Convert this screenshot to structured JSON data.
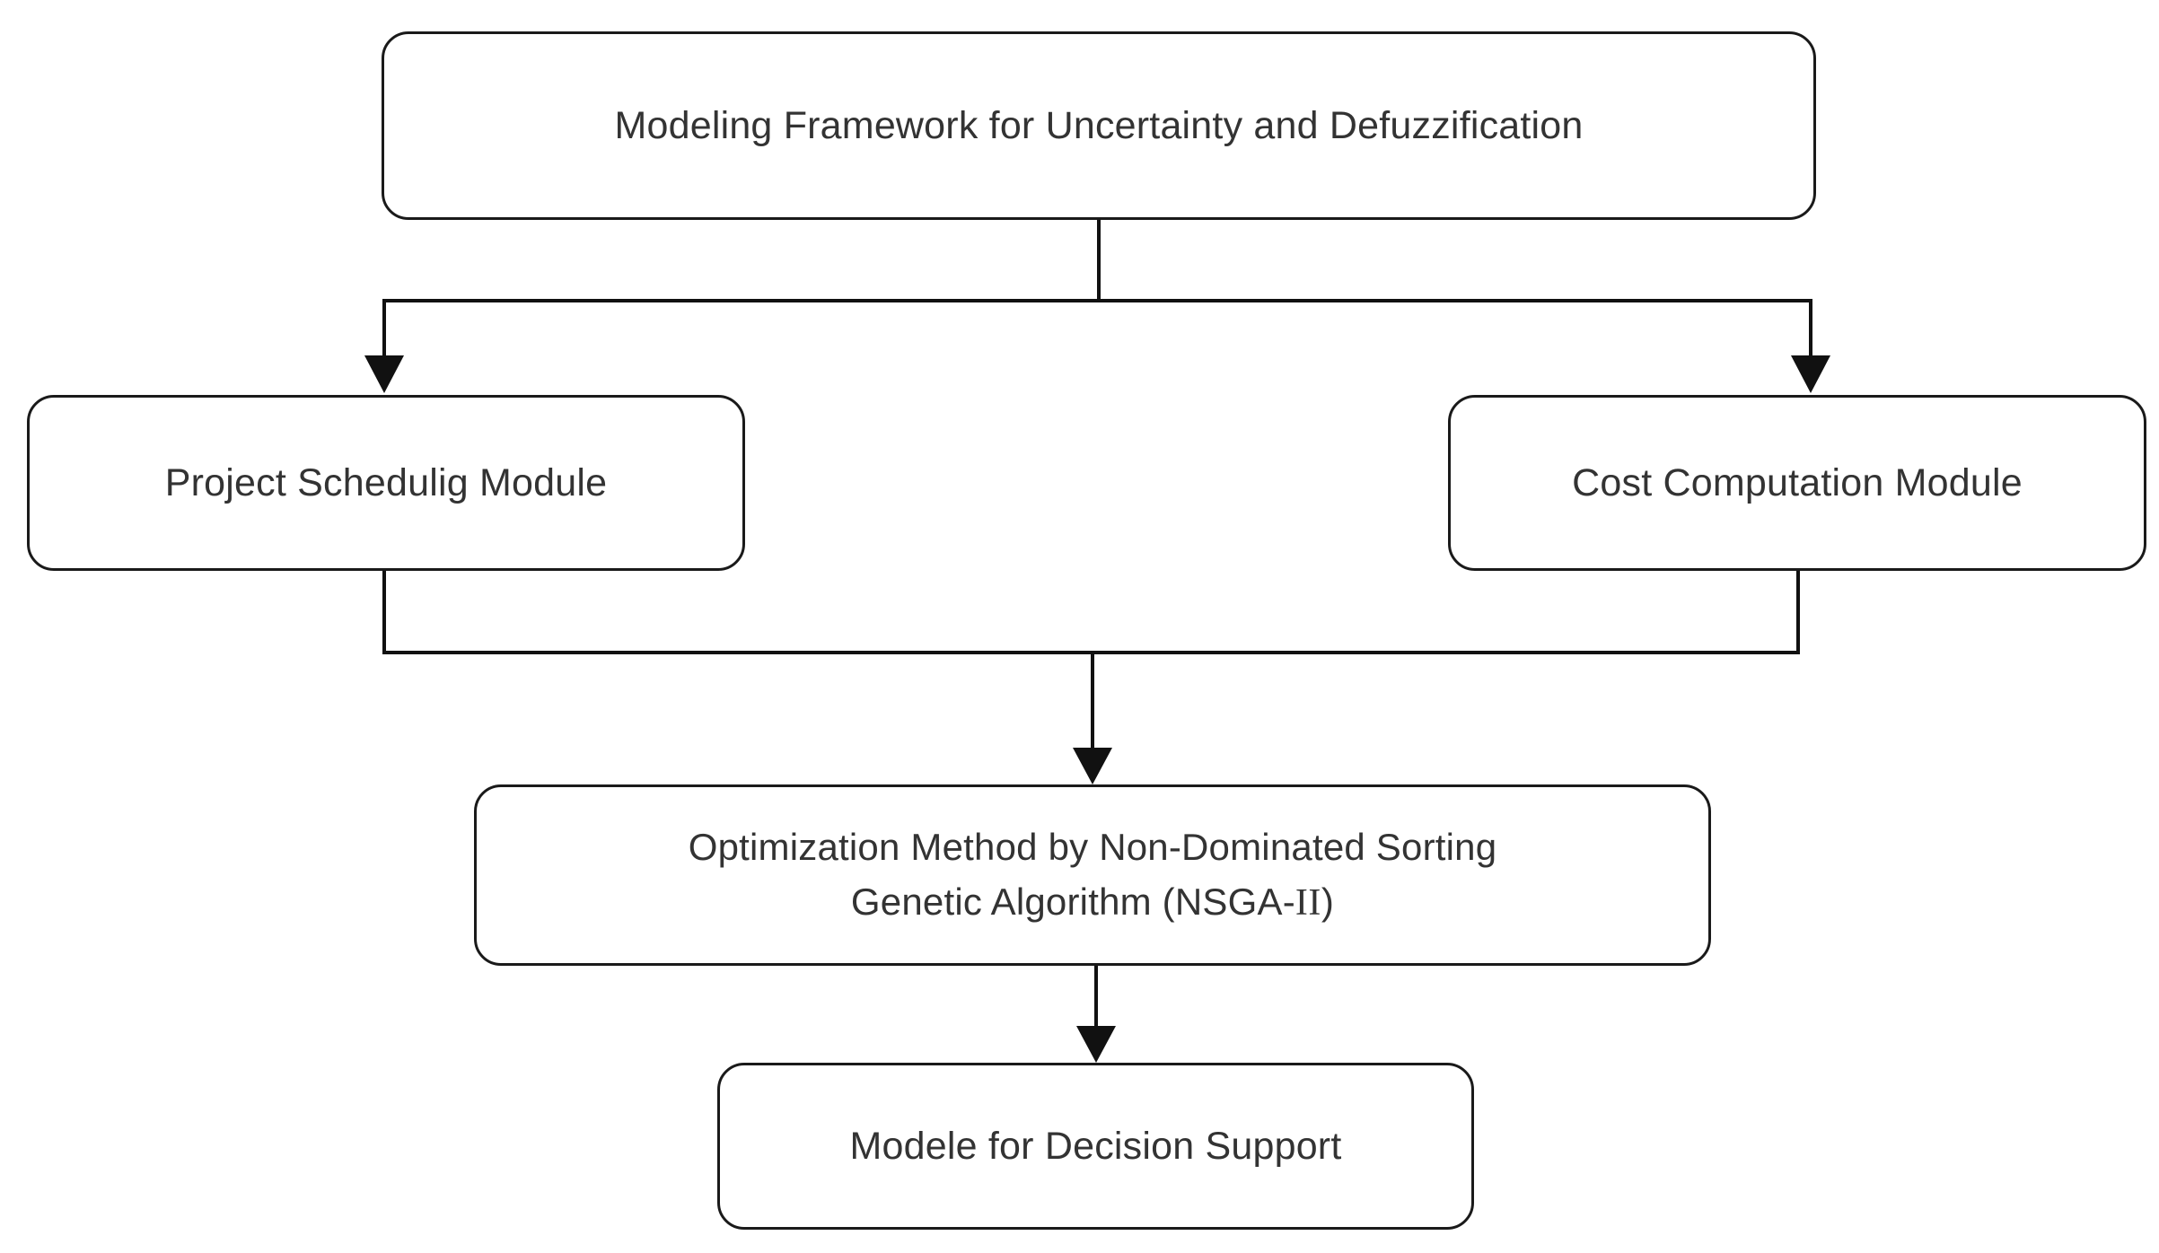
{
  "diagram": {
    "title": "Modeling Framework for Uncertainty and Defuzzification",
    "type": "flowchart",
    "orientation": "top-down",
    "background_color": "#ffffff",
    "border_color": "#1a1a1a",
    "text_color": "#333333",
    "nodes": [
      {
        "id": "root",
        "label": "Modeling Framework for Uncertainty and Defuzzification",
        "lines": [
          "Modeling Framework for Uncertainty and Defuzzification"
        ],
        "shape": "rounded-rectangle",
        "level": 0
      },
      {
        "id": "scheduling",
        "label": "Project Schedulig Module",
        "lines": [
          "Project Schedulig Module"
        ],
        "shape": "rounded-rectangle",
        "level": 1
      },
      {
        "id": "cost",
        "label": "Cost Computation Module",
        "lines": [
          "Cost Computation Module"
        ],
        "shape": "rounded-rectangle",
        "level": 1
      },
      {
        "id": "optimization",
        "label": "Optimization Method by Non-Dominated Sorting Genetic Algorithm (NSGA-II)",
        "lines": [
          "Optimization Method by Non-Dominated Sorting",
          "Genetic Algorithm (NSGA-II)"
        ],
        "line1": "Optimization Method by Non-Dominated Sorting",
        "line2_prefix": "Genetic Algorithm (NSGA-",
        "line2_roman": "II",
        "line2_suffix": ")",
        "shape": "rounded-rectangle",
        "level": 2
      },
      {
        "id": "decision",
        "label": "Modele for Decision Support",
        "lines": [
          "Modele for Decision Support"
        ],
        "shape": "rounded-rectangle",
        "level": 3
      }
    ],
    "edges": [
      {
        "id": "root-to-scheduling",
        "from": "root",
        "to": "scheduling",
        "style": "orthogonal",
        "arrowhead": "filled-triangle"
      },
      {
        "id": "root-to-cost",
        "from": "root",
        "to": "cost",
        "style": "orthogonal",
        "arrowhead": "filled-triangle"
      },
      {
        "id": "scheduling-to-optimization",
        "from": "scheduling",
        "to": "optimization",
        "style": "orthogonal",
        "arrowhead": "filled-triangle"
      },
      {
        "id": "cost-to-optimization",
        "from": "cost",
        "to": "optimization",
        "style": "orthogonal",
        "arrowhead": "filled-triangle"
      },
      {
        "id": "optimization-to-decision",
        "from": "optimization",
        "to": "decision",
        "style": "straight",
        "arrowhead": "filled-triangle"
      }
    ]
  }
}
